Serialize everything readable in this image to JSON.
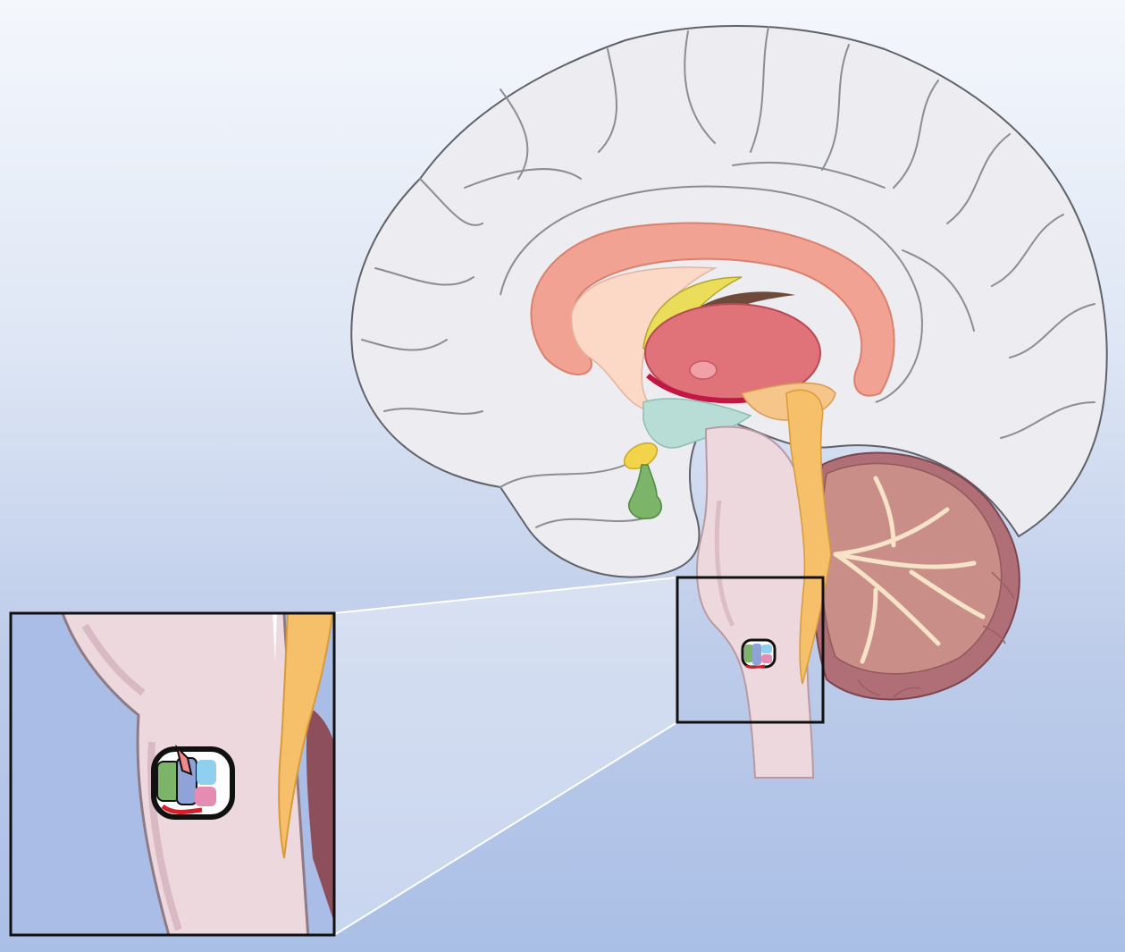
{
  "figure": {
    "background_colors": [
      "#f4f7fc",
      "#aabfe6"
    ],
    "structures": [
      {
        "name": "cerebrum",
        "color": "#ececf1"
      },
      {
        "name": "corpus-callosum",
        "color": "#f2a292"
      },
      {
        "name": "fornix",
        "color": "#fbd9c6"
      },
      {
        "name": "thalamus",
        "color": "#e0737a"
      },
      {
        "name": "hypothalamus",
        "color": "#b8ddd6"
      },
      {
        "name": "pituitary",
        "color": "#7cb46a"
      },
      {
        "name": "brainstem",
        "color": "#ecd8dd"
      },
      {
        "name": "cerebellum",
        "color": "#c98e88"
      },
      {
        "name": "fourth-ventricle",
        "color": "#f6bf6a"
      },
      {
        "name": "brainstem-nucleus",
        "color": "#8fa3d9"
      }
    ],
    "inset_frame_color": "#111111"
  }
}
